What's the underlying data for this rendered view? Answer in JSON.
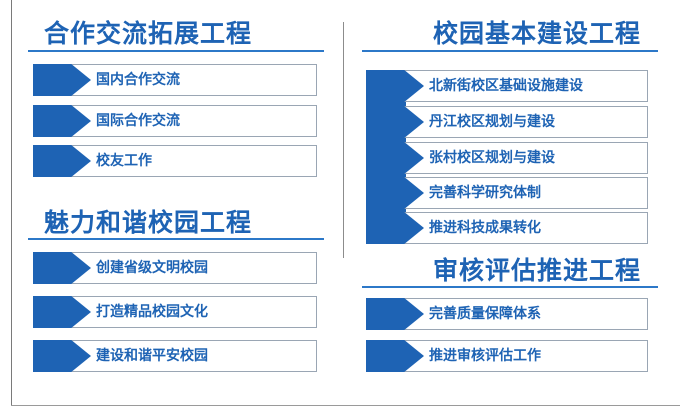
{
  "sections": {
    "cooperation": {
      "title": "合作交流拓展工程",
      "items": [
        "国内合作交流",
        "国际合作交流",
        "校友工作"
      ]
    },
    "harmony": {
      "title": "魅力和谐校园工程",
      "items": [
        "创建省级文明校园",
        "打造精品校园文化",
        "建设和谐平安校园"
      ]
    },
    "infrastructure": {
      "title": "校园基本建设工程",
      "items": [
        "北新街校区基础设施建设",
        "丹江校区规划与建设",
        "张村校区规划与建设",
        "完善科学研究体制",
        "推进科技成果转化"
      ]
    },
    "evaluation": {
      "title": "审核评估推进工程",
      "items": [
        "完善质量保障体系",
        "推进审核评估工作"
      ]
    }
  },
  "colors": {
    "accent": "#1e63b4",
    "border": "#9aa6b4"
  }
}
